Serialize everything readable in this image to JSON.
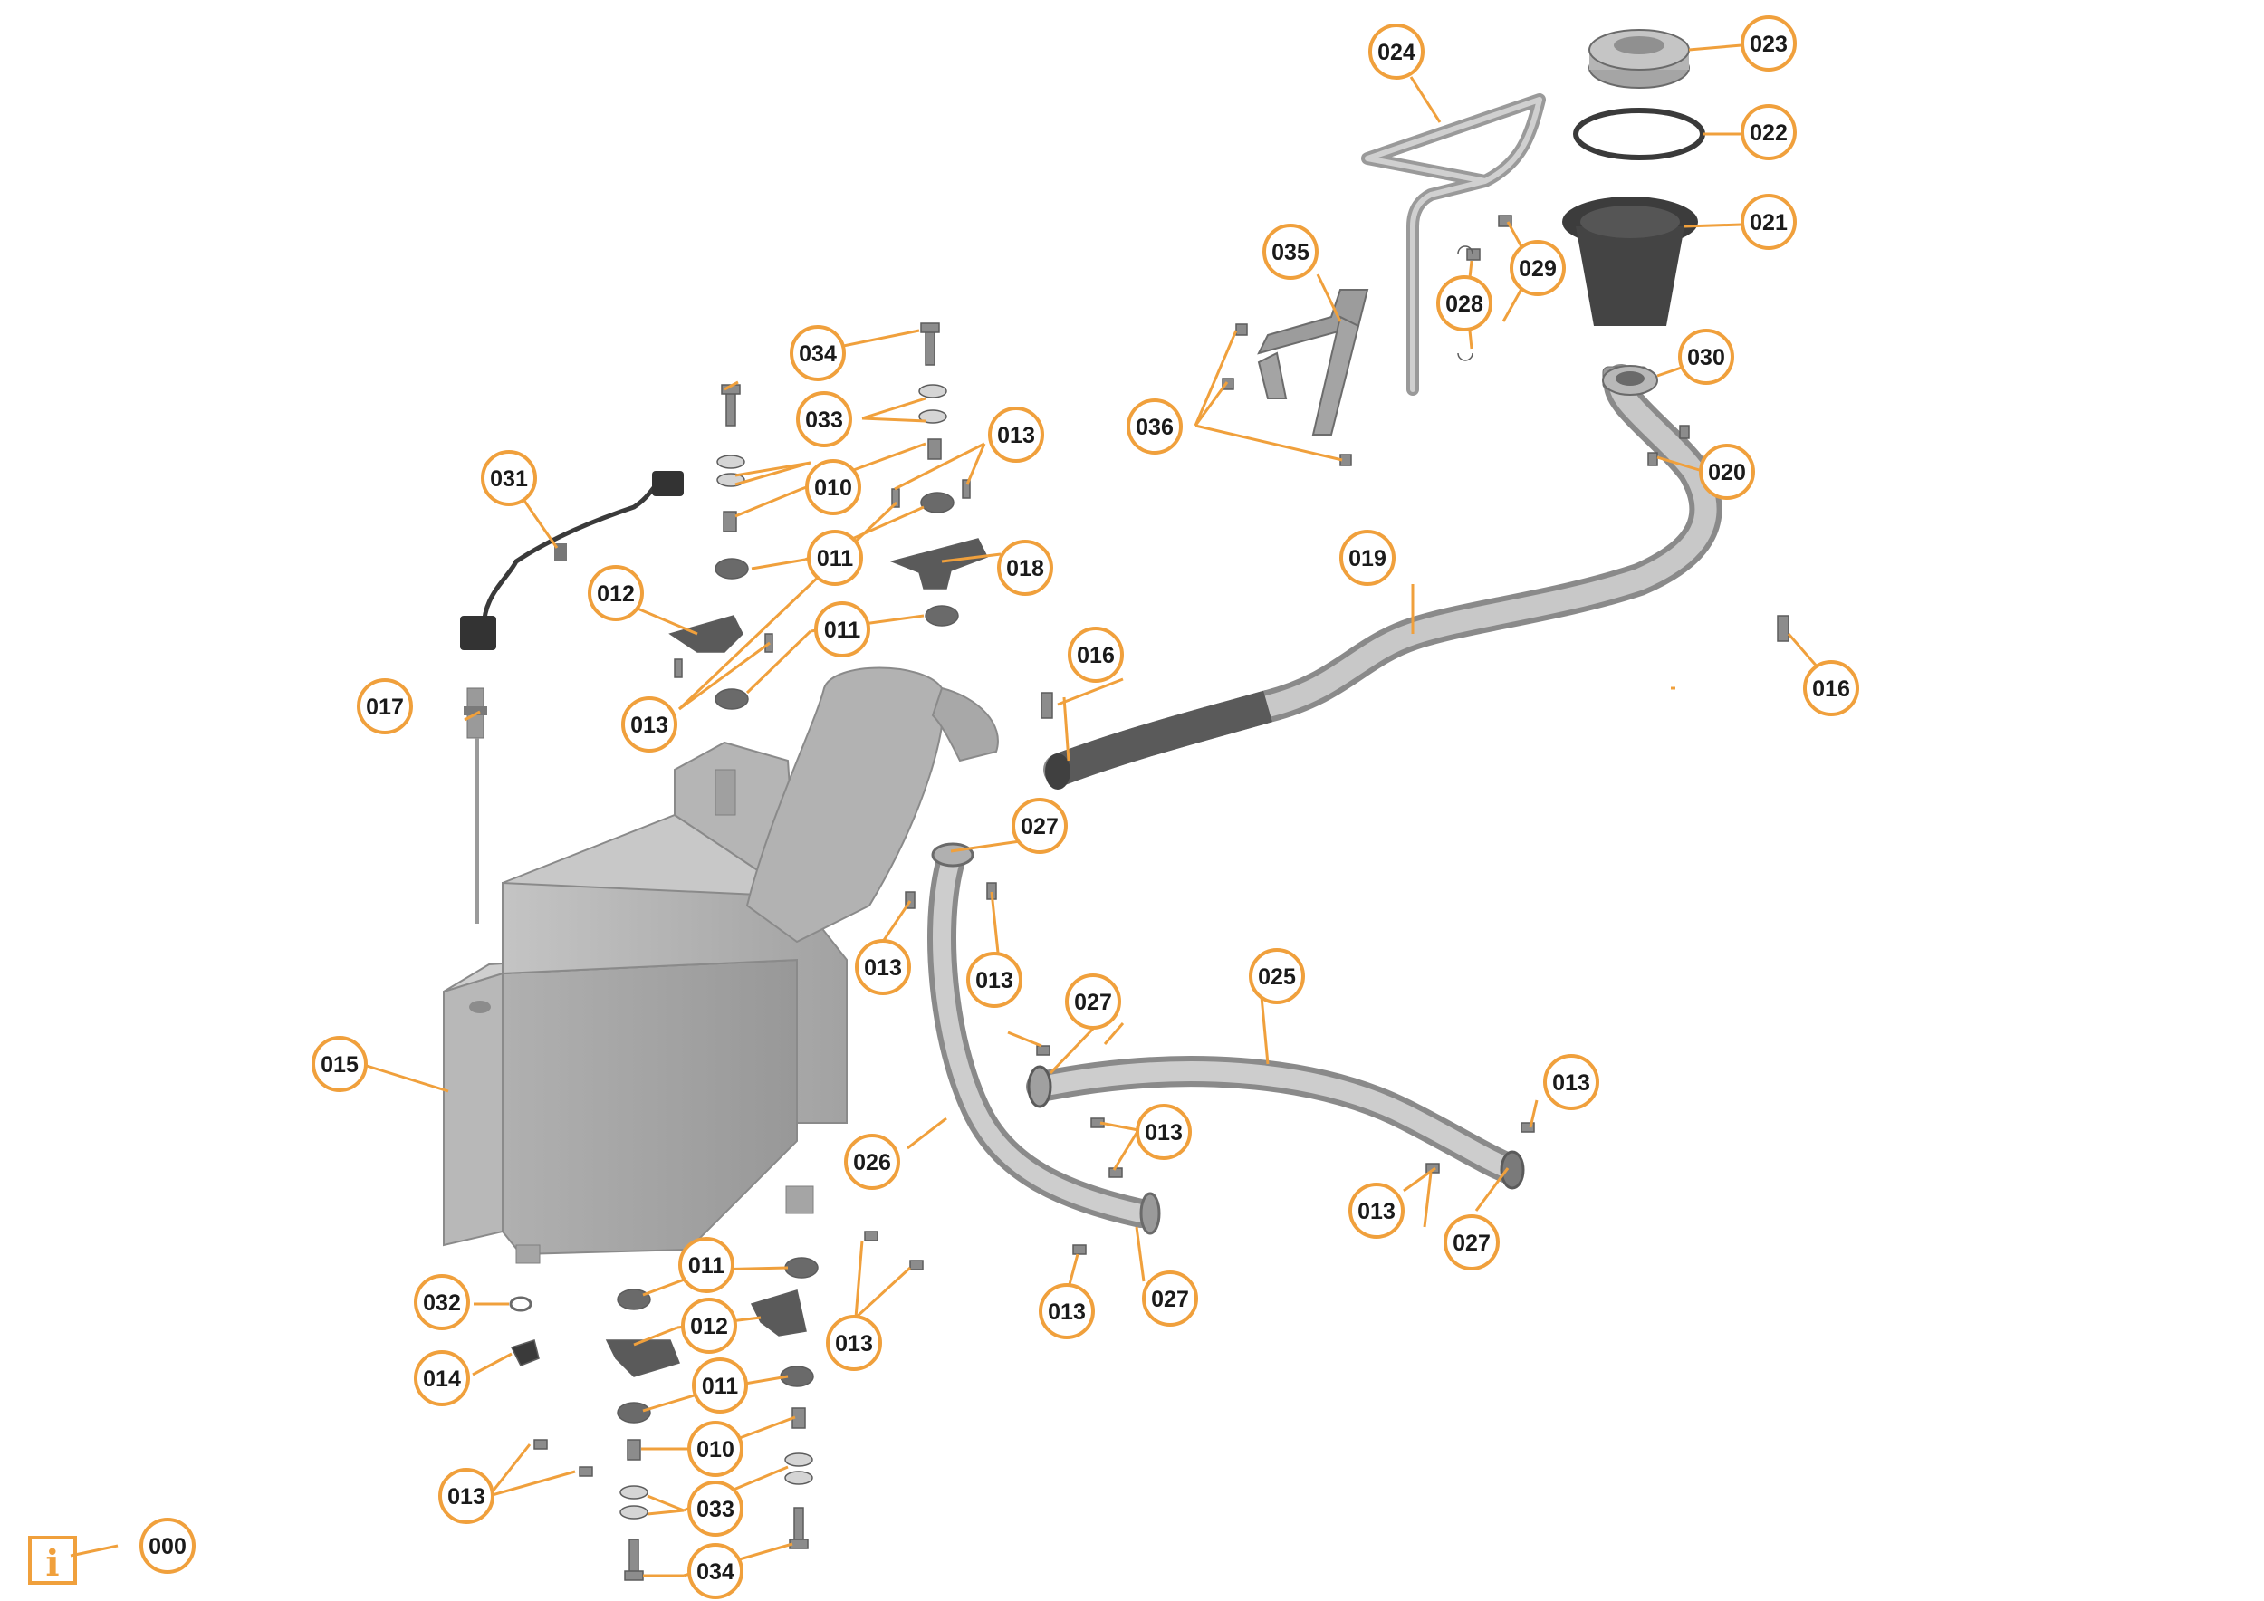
{
  "accent_color": "#f0a03c",
  "info_icon": "info-icon",
  "callouts": [
    {
      "id": "c000",
      "label": "000"
    },
    {
      "id": "c010a",
      "label": "010"
    },
    {
      "id": "c010b",
      "label": "010"
    },
    {
      "id": "c011a",
      "label": "011"
    },
    {
      "id": "c011b",
      "label": "011"
    },
    {
      "id": "c011c",
      "label": "011"
    },
    {
      "id": "c011d",
      "label": "011"
    },
    {
      "id": "c012a",
      "label": "012"
    },
    {
      "id": "c012b",
      "label": "012"
    },
    {
      "id": "c013a",
      "label": "013"
    },
    {
      "id": "c013b",
      "label": "013"
    },
    {
      "id": "c013c",
      "label": "013"
    },
    {
      "id": "c013d",
      "label": "013"
    },
    {
      "id": "c013e",
      "label": "013"
    },
    {
      "id": "c013f",
      "label": "013"
    },
    {
      "id": "c013g",
      "label": "013"
    },
    {
      "id": "c013h",
      "label": "013"
    },
    {
      "id": "c013i",
      "label": "013"
    },
    {
      "id": "c013j",
      "label": "013"
    },
    {
      "id": "c013k",
      "label": "013"
    },
    {
      "id": "c014",
      "label": "014"
    },
    {
      "id": "c015",
      "label": "015"
    },
    {
      "id": "c016a",
      "label": "016"
    },
    {
      "id": "c016b",
      "label": "016"
    },
    {
      "id": "c017",
      "label": "017"
    },
    {
      "id": "c018",
      "label": "018"
    },
    {
      "id": "c019",
      "label": "019"
    },
    {
      "id": "c020",
      "label": "020"
    },
    {
      "id": "c021",
      "label": "021"
    },
    {
      "id": "c022",
      "label": "022"
    },
    {
      "id": "c023",
      "label": "023"
    },
    {
      "id": "c024",
      "label": "024"
    },
    {
      "id": "c025",
      "label": "025"
    },
    {
      "id": "c026",
      "label": "026"
    },
    {
      "id": "c027a",
      "label": "027"
    },
    {
      "id": "c027b",
      "label": "027"
    },
    {
      "id": "c027c",
      "label": "027"
    },
    {
      "id": "c027d",
      "label": "027"
    },
    {
      "id": "c028",
      "label": "028"
    },
    {
      "id": "c029",
      "label": "029"
    },
    {
      "id": "c030",
      "label": "030"
    },
    {
      "id": "c031",
      "label": "031"
    },
    {
      "id": "c032",
      "label": "032"
    },
    {
      "id": "c033a",
      "label": "033"
    },
    {
      "id": "c033b",
      "label": "033"
    },
    {
      "id": "c034a",
      "label": "034"
    },
    {
      "id": "c034b",
      "label": "034"
    },
    {
      "id": "c035",
      "label": "035"
    },
    {
      "id": "c036",
      "label": "036"
    }
  ]
}
